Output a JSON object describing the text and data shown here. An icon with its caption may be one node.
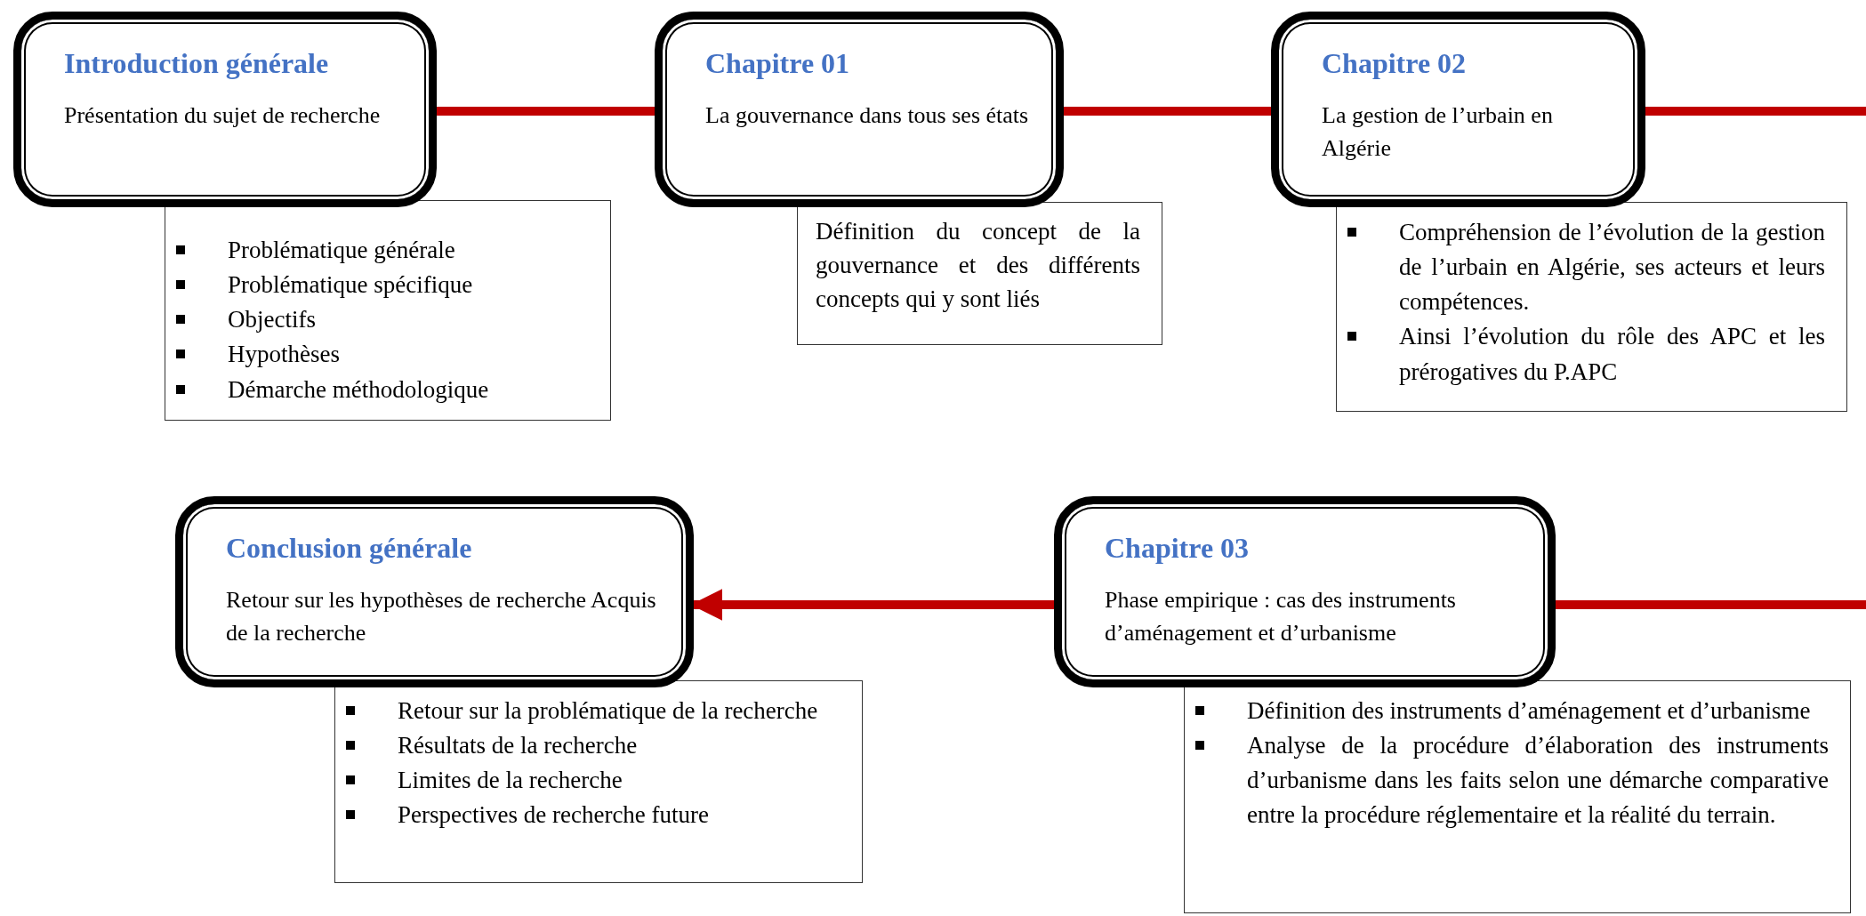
{
  "diagram": {
    "nodes": [
      {
        "text": [
          "Introduction générale",
          "Présentation du sujet de recherche"
        ]
      },
      {
        "text": [
          "Problématique générale",
          "Problématique spécifique",
          "Objectifs",
          "Hypothèses",
          "Démarche méthodologique"
        ]
      },
      {
        "text": [
          "Chapitre 01",
          "La gouvernance dans tous ses états"
        ]
      },
      {
        "text": [
          "Définition du concept de la gouvernance et des différents concepts qui y sont liés"
        ]
      },
      {
        "text": [
          "Chapitre 02",
          "La gestion de l’urbain en Algérie"
        ]
      },
      {
        "text": [
          "Compréhension de l’évolution de la gestion de l’urbain en Algérie, ses acteurs et leurs compétences.",
          "Ainsi l’évolution du rôle des APC et les prérogatives du P.APC"
        ]
      },
      {
        "text": [
          "Conclusion générale",
          "Retour sur les hypothèses de recherche Acquis de la recherche"
        ]
      },
      {
        "text": [
          "Retour sur la problématique de la recherche",
          "Résultats de la recherche",
          "Limites de la recherche",
          "Perspectives de recherche future"
        ]
      },
      {
        "text": [
          "Chapitre 03",
          "Phase empirique : cas des instruments d’aménagement et d’urbanisme"
        ]
      },
      {
        "text": [
          "Définition des instruments d’aménagement et d’urbanisme",
          "Analyse de la procédure d’élaboration des instruments d’urbanisme dans les faits selon une démarche comparative entre la procédure réglementaire et la réalité du terrain."
        ]
      }
    ],
    "edges": [
      {
        "from": 0,
        "to": 2,
        "arrow": "none"
      },
      {
        "from": 2,
        "to": 4,
        "arrow": "none"
      },
      {
        "from": 4,
        "to": null,
        "arrow": "none"
      },
      {
        "from": 8,
        "to": null,
        "arrow": "none"
      },
      {
        "from": 8,
        "to": 6,
        "arrow": "to"
      }
    ]
  }
}
